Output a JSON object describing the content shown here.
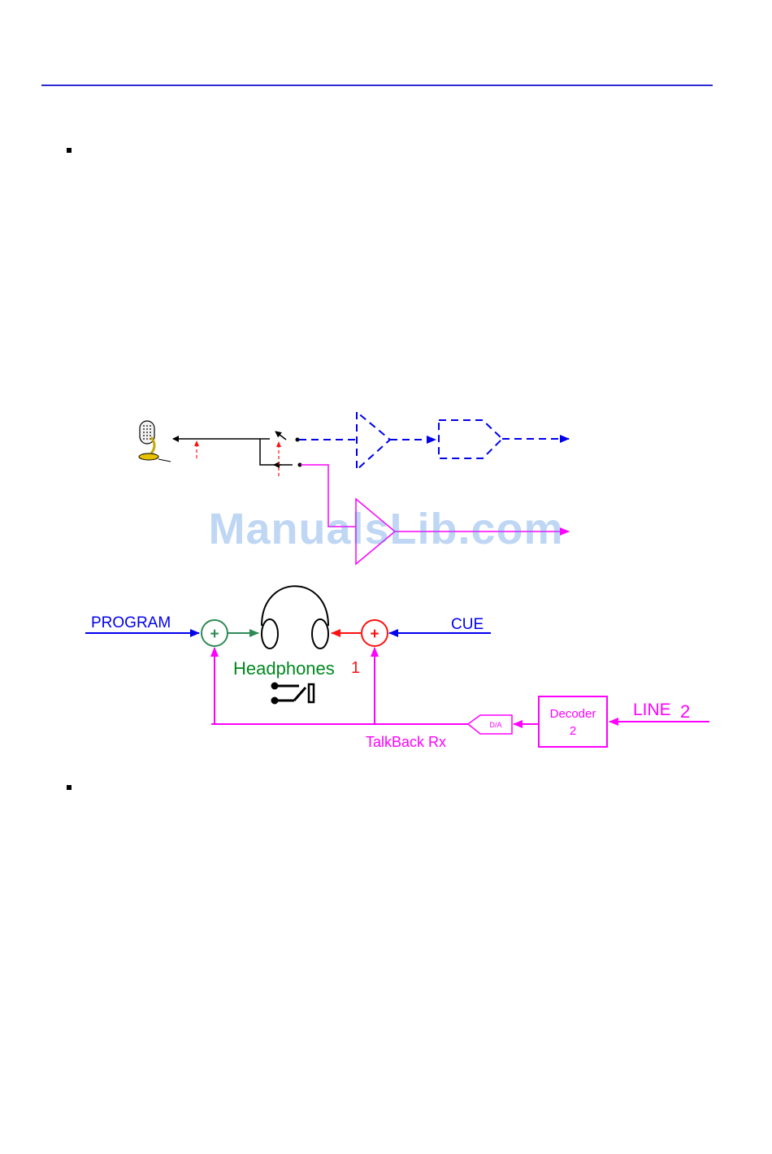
{
  "colors": {
    "rule": "#2b2bd0",
    "blue": "#0000ee",
    "magenta": "#ff00ff",
    "green": "#2e8b57",
    "headphones_label": "#00881e",
    "red": "#ff1111",
    "black": "#000000",
    "watermark": "#4a8fe0"
  },
  "labels": {
    "program": "PROGRAM",
    "cue": "CUE",
    "headphones": "Headphones",
    "headphones_number": "1",
    "line": "LINE",
    "line_number": "2",
    "decoder": "Decoder",
    "decoder_number": "2",
    "da": "D/A",
    "talkback": "TalkBack Rx",
    "plus": "+"
  },
  "icons": {
    "microphone": "microphone-icon",
    "headphones": "headphones-icon",
    "switch": "switch-icon"
  },
  "watermark": "ManualsLib.com"
}
